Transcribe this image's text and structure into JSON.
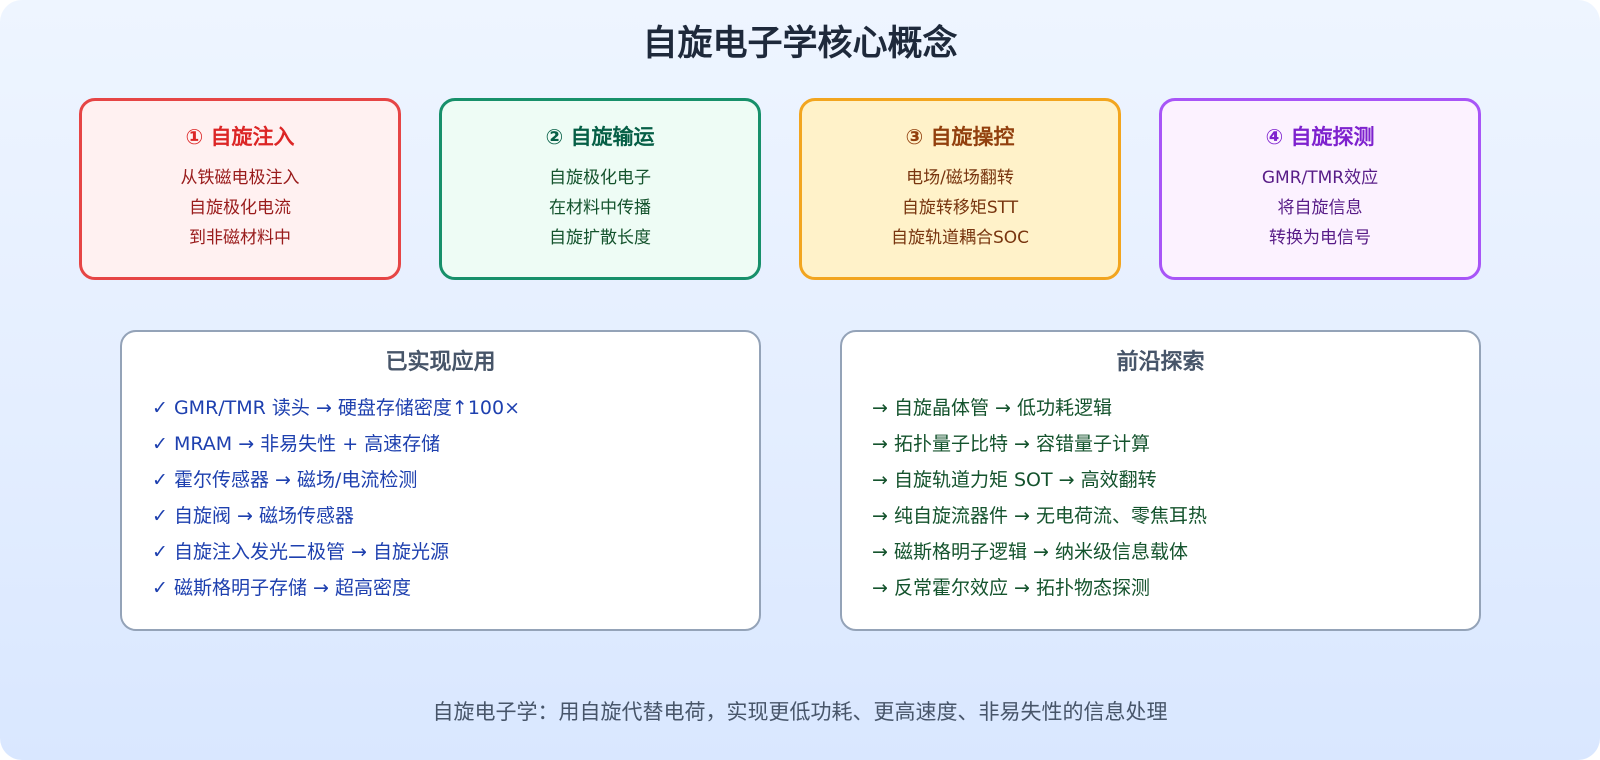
{
  "title": "自旋电子学核心概念",
  "cards": [
    {
      "title": "① 自旋注入",
      "lines": [
        "从铁磁电极注入",
        "自旋极化电流",
        "到非磁材料中"
      ],
      "border": "#e64545",
      "fill": "#fff1f1"
    },
    {
      "title": "② 自旋输运",
      "lines": [
        "自旋极化电子",
        "在材料中传播",
        "自旋扩散长度"
      ],
      "border": "#17906a",
      "fill": "#eefcf5"
    },
    {
      "title": "③ 自旋操控",
      "lines": [
        "电场/磁场翻转",
        "自旋转移矩STT",
        "自旋轨道耦合SOC"
      ],
      "border": "#f2a51f",
      "fill": "#fff2c9"
    },
    {
      "title": "④ 自旋探测",
      "lines": [
        "GMR/TMR效应",
        "将自旋信息",
        "转换为电信号"
      ],
      "border": "#a855f7",
      "fill": "#fcf2ff"
    }
  ],
  "applications": {
    "title": "已实现应用",
    "items": [
      "✓ GMR/TMR 读头 → 硬盘存储密度↑100×",
      "✓ MRAM → 非易失性 + 高速存储",
      "✓ 霍尔传感器 → 磁场/电流检测",
      "✓ 自旋阀 → 磁场传感器",
      "✓ 自旋注入发光二极管 → 自旋光源",
      "✓ 磁斯格明子存储 → 超高密度"
    ]
  },
  "frontier": {
    "title": "前沿探索",
    "items": [
      "→ 自旋晶体管 → 低功耗逻辑",
      "→ 拓扑量子比特 → 容错量子计算",
      "→ 自旋轨道力矩 SOT → 高效翻转",
      "→ 纯自旋流器件 → 无电荷流、零焦耳热",
      "→ 磁斯格明子逻辑 → 纳米级信息载体",
      "→ 反常霍尔效应 → 拓扑物态探测"
    ]
  },
  "footer": "自旋电子学：用自旋代替电荷，实现更低功耗、更高速度、非易失性的信息处理"
}
